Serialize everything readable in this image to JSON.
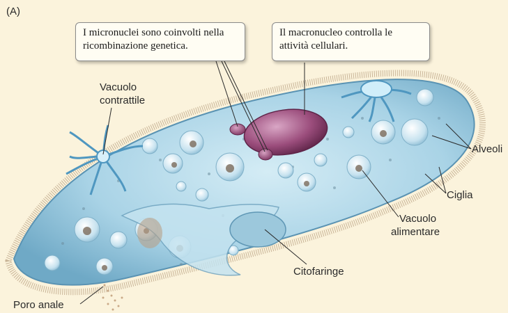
{
  "figure_letter": "(A)",
  "callouts": {
    "micronuclei": "I micronuclei sono coinvolti nella ricombinazione genetica.",
    "macronucleus": "Il macronucleo controlla le attività cellulari."
  },
  "labels": {
    "contractile_vacuole_1": "Vacuolo",
    "contractile_vacuole_2": "contrattile",
    "alveoli": "Alveoli",
    "cilia": "Ciglia",
    "food_vacuole_1": "Vacuolo",
    "food_vacuole_2": "alimentare",
    "cytopharynx": "Citofaringe",
    "anal_pore": "Poro anale"
  },
  "colors": {
    "background": "#fbf3dc",
    "cell_body": "#a9d3e6",
    "macronucleus": "#9b4d7c",
    "callout_fill": "#fffdf3"
  }
}
